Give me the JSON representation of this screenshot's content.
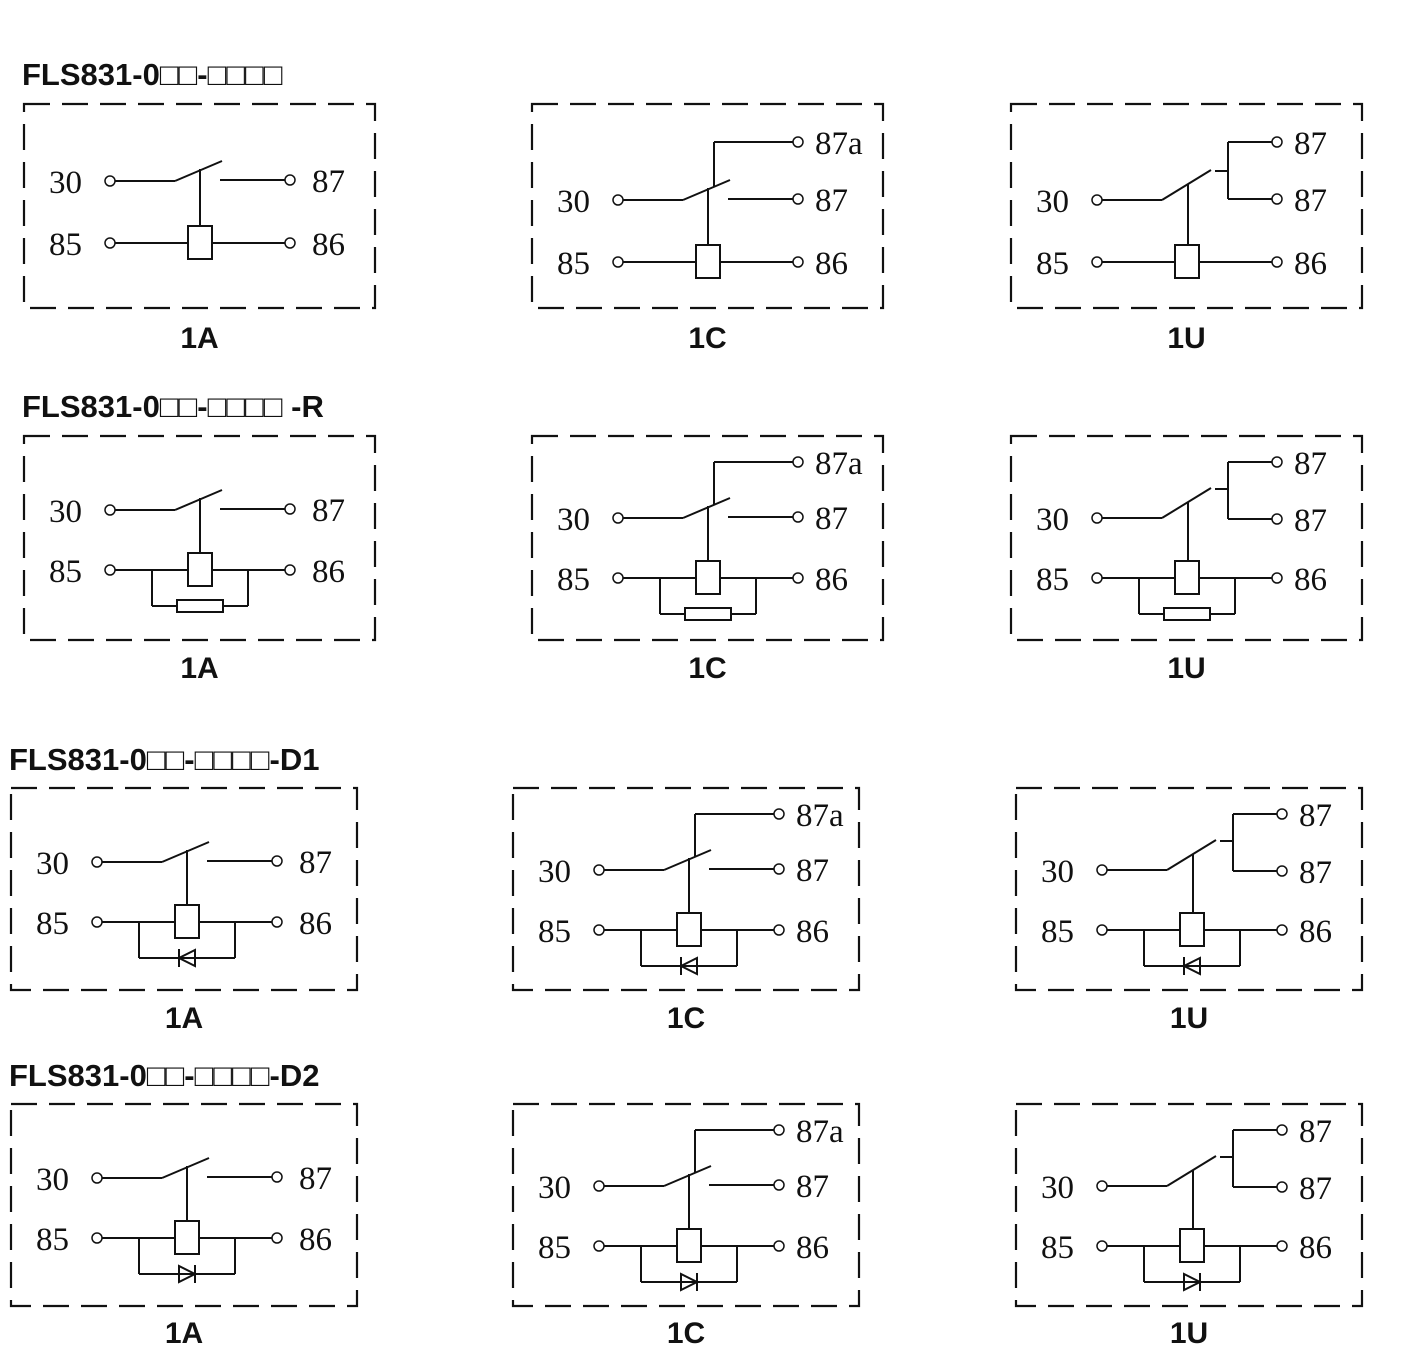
{
  "rows": [
    {
      "title": "FLS831-0□□-□□□□",
      "suppression": "none",
      "cells": [
        {
          "type": "1A",
          "caption": "1A",
          "pins": {
            "com": "30",
            "no": "87",
            "coil1": "85",
            "coil2": "86"
          }
        },
        {
          "type": "1C",
          "caption": "1C",
          "pins": {
            "com": "30",
            "nc": "87a",
            "no": "87",
            "coil1": "85",
            "coil2": "86"
          }
        },
        {
          "type": "1U",
          "caption": "1U",
          "pins": {
            "com": "30",
            "no1": "87",
            "no2": "87",
            "coil1": "85",
            "coil2": "86"
          }
        }
      ]
    },
    {
      "title": "FLS831-0□□-□□□□ -R",
      "suppression": "resistor",
      "cells": [
        {
          "type": "1A",
          "caption": "1A",
          "pins": {
            "com": "30",
            "no": "87",
            "coil1": "85",
            "coil2": "86"
          }
        },
        {
          "type": "1C",
          "caption": "1C",
          "pins": {
            "com": "30",
            "nc": "87a",
            "no": "87",
            "coil1": "85",
            "coil2": "86"
          }
        },
        {
          "type": "1U",
          "caption": "1U",
          "pins": {
            "com": "30",
            "no1": "87",
            "no2": "87",
            "coil1": "85",
            "coil2": "86"
          }
        }
      ]
    },
    {
      "title": "FLS831-0□□-□□□□-D1",
      "suppression": "diode-left",
      "cells": [
        {
          "type": "1A",
          "caption": "1A",
          "pins": {
            "com": "30",
            "no": "87",
            "coil1": "85",
            "coil2": "86"
          }
        },
        {
          "type": "1C",
          "caption": "1C",
          "pins": {
            "com": "30",
            "nc": "87a",
            "no": "87",
            "coil1": "85",
            "coil2": "86"
          }
        },
        {
          "type": "1U",
          "caption": "1U",
          "pins": {
            "com": "30",
            "no1": "87",
            "no2": "87",
            "coil1": "85",
            "coil2": "86"
          }
        }
      ]
    },
    {
      "title": "FLS831-0□□-□□□□-D2",
      "suppression": "diode-right",
      "cells": [
        {
          "type": "1A",
          "caption": "1A",
          "pins": {
            "com": "30",
            "no": "87",
            "coil1": "85",
            "coil2": "86"
          }
        },
        {
          "type": "1C",
          "caption": "1C",
          "pins": {
            "com": "30",
            "nc": "87a",
            "no": "87",
            "coil1": "85",
            "coil2": "86"
          }
        },
        {
          "type": "1U",
          "caption": "1U",
          "pins": {
            "com": "30",
            "no1": "87",
            "no2": "87",
            "coil1": "85",
            "coil2": "86"
          }
        }
      ]
    }
  ]
}
